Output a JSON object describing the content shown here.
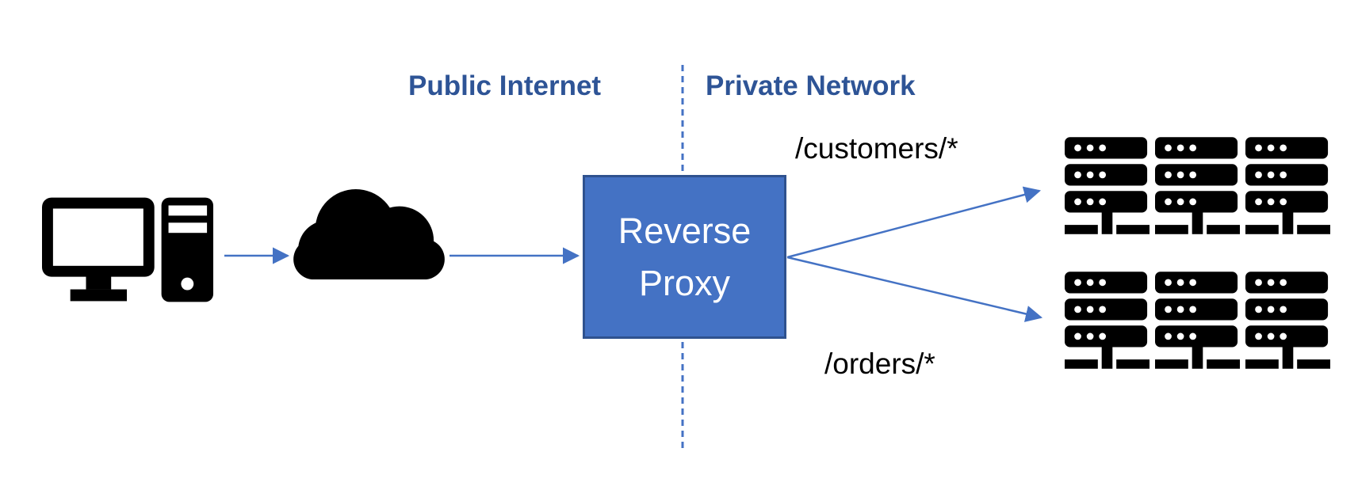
{
  "zones": {
    "public": {
      "label": "Public Internet"
    },
    "private": {
      "label": "Private Network"
    }
  },
  "proxy_box": {
    "line1": "Reverse",
    "line2": "Proxy"
  },
  "routes": {
    "customers": {
      "path": "/customers/*"
    },
    "orders": {
      "path": "/orders/*"
    }
  },
  "icons": {
    "client": "desktop-computer-icon",
    "internet": "cloud-icon",
    "server": "server-rack-icon"
  },
  "colors": {
    "accent_blue": "#4472C4",
    "proxy_box_fill": "#4472C4",
    "proxy_box_border": "#2F528F",
    "zone_label_blue": "#2E5496",
    "icon_black": "#000000",
    "route_label_black": "#000000"
  }
}
